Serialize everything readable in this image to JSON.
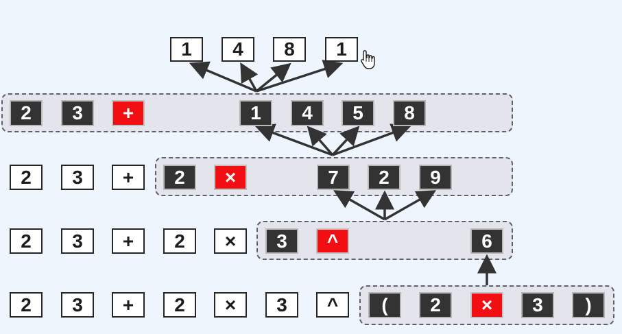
{
  "rows": [
    {
      "id": "row-output",
      "tokens": [
        {
          "text": "1",
          "style": "white"
        },
        {
          "text": "4",
          "style": "white"
        },
        {
          "text": "8",
          "style": "white"
        },
        {
          "text": "1",
          "style": "white"
        }
      ]
    },
    {
      "id": "row-1",
      "tokens": [
        {
          "text": "2",
          "style": "dark"
        },
        {
          "text": "3",
          "style": "dark"
        },
        {
          "text": "+",
          "style": "red"
        },
        {
          "text": "1",
          "style": "dark"
        },
        {
          "text": "4",
          "style": "dark"
        },
        {
          "text": "5",
          "style": "dark"
        },
        {
          "text": "8",
          "style": "dark"
        }
      ]
    },
    {
      "id": "row-2",
      "tokens": [
        {
          "text": "2",
          "style": "white"
        },
        {
          "text": "3",
          "style": "white"
        },
        {
          "text": "+",
          "style": "white"
        },
        {
          "text": "2",
          "style": "dark"
        },
        {
          "text": "×",
          "style": "red"
        },
        {
          "text": "7",
          "style": "dark"
        },
        {
          "text": "2",
          "style": "dark"
        },
        {
          "text": "9",
          "style": "dark"
        }
      ]
    },
    {
      "id": "row-3",
      "tokens": [
        {
          "text": "2",
          "style": "white"
        },
        {
          "text": "3",
          "style": "white"
        },
        {
          "text": "+",
          "style": "white"
        },
        {
          "text": "2",
          "style": "white"
        },
        {
          "text": "×",
          "style": "white"
        },
        {
          "text": "3",
          "style": "dark"
        },
        {
          "text": "^",
          "style": "red"
        },
        {
          "text": "6",
          "style": "dark"
        }
      ]
    },
    {
      "id": "row-4",
      "tokens": [
        {
          "text": "2",
          "style": "white"
        },
        {
          "text": "3",
          "style": "white"
        },
        {
          "text": "+",
          "style": "white"
        },
        {
          "text": "2",
          "style": "white"
        },
        {
          "text": "×",
          "style": "white"
        },
        {
          "text": "3",
          "style": "white"
        },
        {
          "text": "^",
          "style": "white"
        },
        {
          "text": "(",
          "style": "dark"
        },
        {
          "text": "2",
          "style": "dark"
        },
        {
          "text": "×",
          "style": "red"
        },
        {
          "text": "3",
          "style": "dark"
        },
        {
          "text": ")",
          "style": "dark"
        }
      ]
    }
  ],
  "colors": {
    "background": "#eef5fc",
    "group_fill": "#e4e5ec",
    "token_dark": "#333333",
    "token_red": "#f20f14",
    "token_white": "#ffffff",
    "arrow": "#333333"
  },
  "cursor_icon": "hand-pointer-icon"
}
